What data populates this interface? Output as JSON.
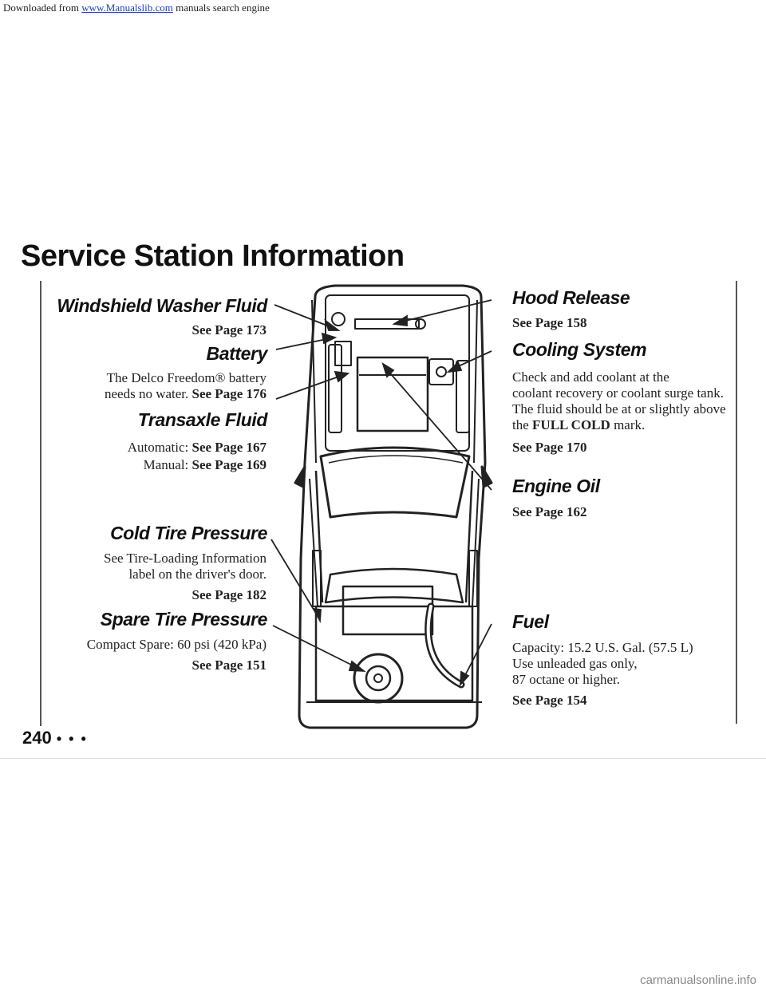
{
  "topbar": {
    "prefix": "Downloaded from",
    "link": "www.Manualslib.com",
    "suffix": "manuals search engine"
  },
  "page_title": "Service Station Information",
  "page_number": "240",
  "page_number_dots": "• • •",
  "watermark": "carmanualsonline.info",
  "left": {
    "washer": {
      "heading": "Windshield Washer Fluid",
      "ref": "See Page 173"
    },
    "battery": {
      "heading": "Battery",
      "text": "The Delco Freedom® battery needs no water.",
      "ref": "See Page 176"
    },
    "transaxle": {
      "heading": "Transaxle Fluid",
      "auto_label": "Automatic:",
      "auto_ref": "See Page 167",
      "manual_label": "Manual:",
      "manual_ref": "See Page 169"
    },
    "cold_tire": {
      "heading": "Cold Tire Pressure",
      "line1": "See Tire-Loading Information",
      "line2": "label on the driver's door.",
      "ref": "See Page 182"
    },
    "spare_tire": {
      "heading": "Spare Tire Pressure",
      "text": "Compact Spare: 60 psi (420 kPa)",
      "ref": "See Page 151"
    }
  },
  "right": {
    "hood": {
      "heading": "Hood Release",
      "ref": "See Page 158"
    },
    "cooling": {
      "heading": "Cooling System",
      "line1": "Check and add coolant at the",
      "line2": "coolant recovery or coolant surge tank.",
      "line3": "The fluid should be at or slightly above",
      "line4_prefix": "the",
      "line4_bold": "FULL COLD",
      "line4_suffix": "mark.",
      "ref": "See Page 170"
    },
    "oil": {
      "heading": "Engine Oil",
      "ref": "See Page 162"
    },
    "fuel": {
      "heading": "Fuel",
      "line1": "Capacity: 15.2 U.S. Gal. (57.5 L)",
      "line2": "Use unleaded gas only,",
      "line3": "87 octane or higher.",
      "ref": "See Page 154"
    }
  }
}
